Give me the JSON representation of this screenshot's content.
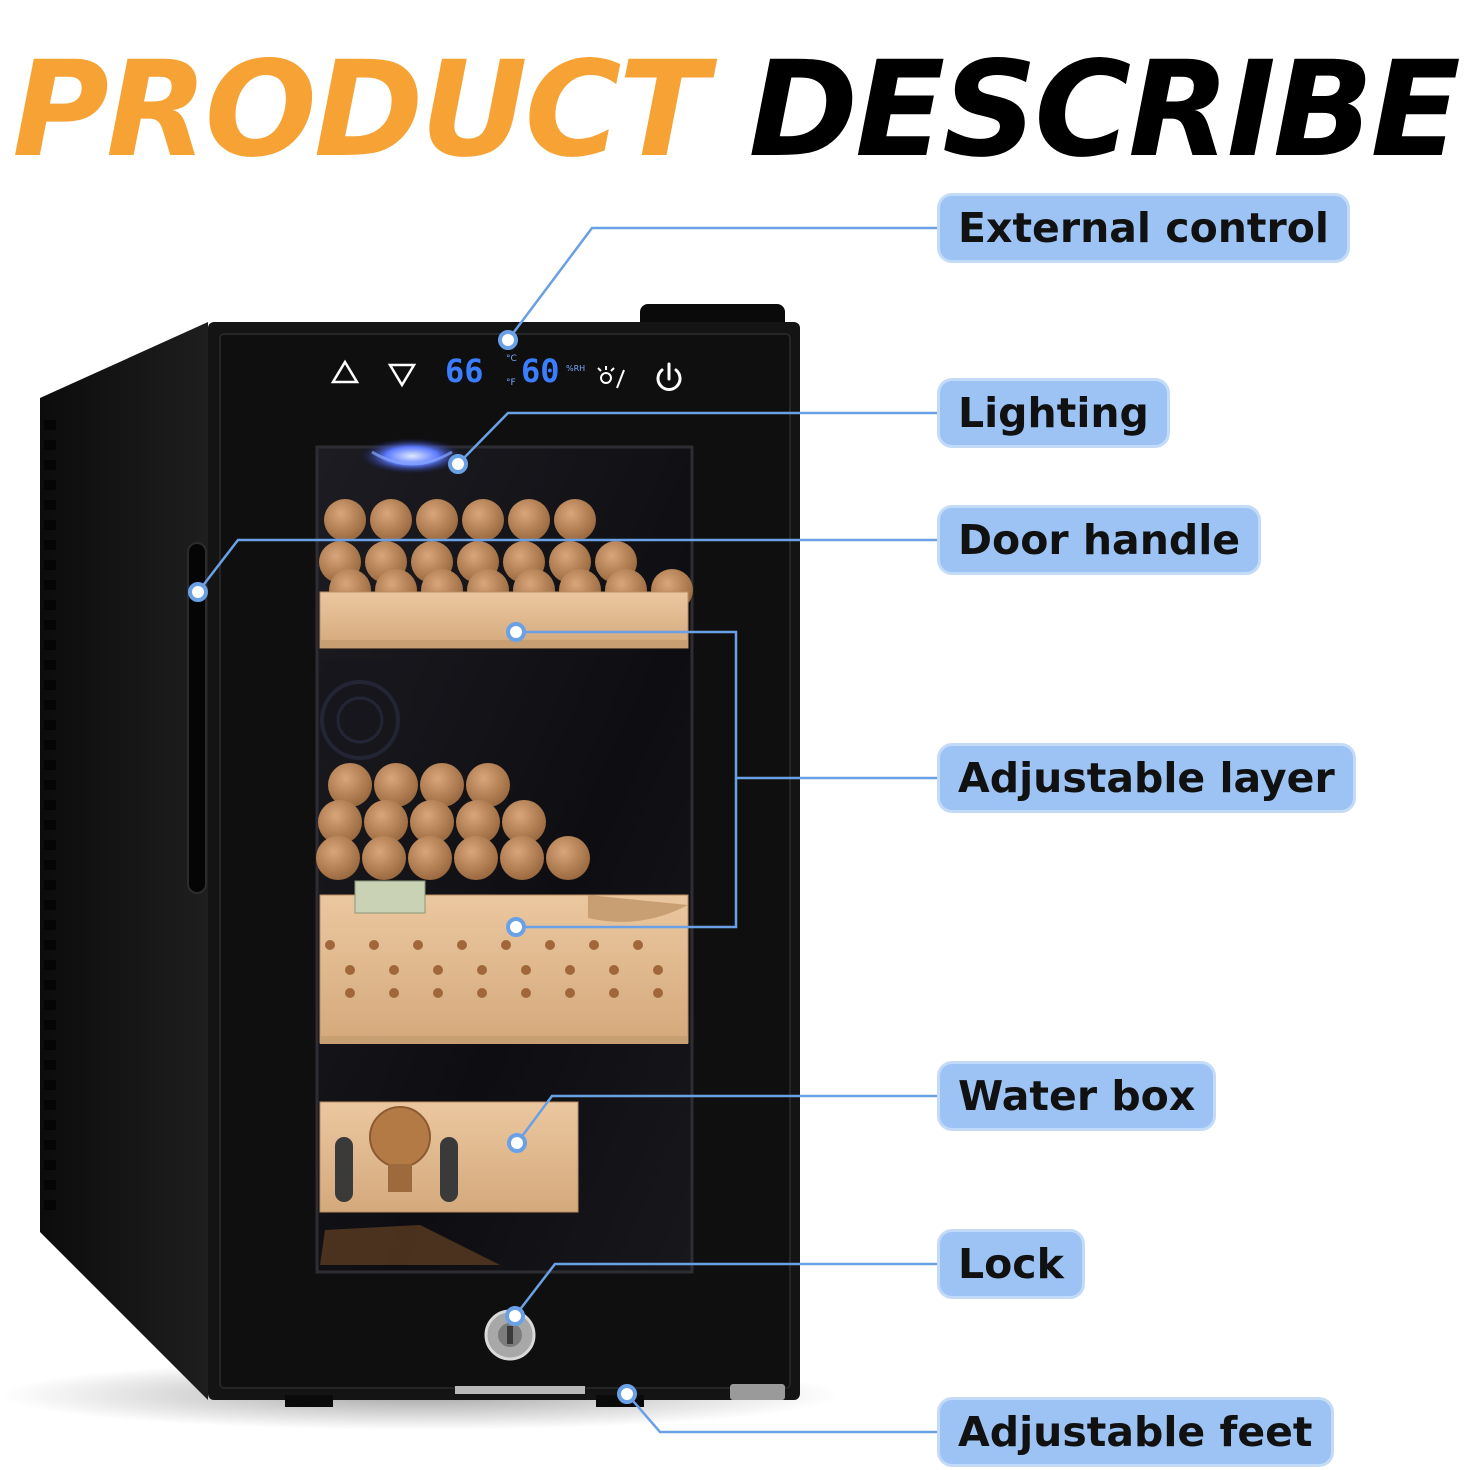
{
  "heading": {
    "word_1": "PRODUCT",
    "word_2": "DESCRIBE"
  },
  "colors": {
    "accent": "#f7a234",
    "label_fill": "#9cc3f4",
    "callout_line": "#6aa1e6",
    "cabinet": "#141414",
    "wood": "#e0b990",
    "cigar": "#c08a5c"
  },
  "display": {
    "temperature": "66",
    "humidity": "60",
    "humidity_unit": "%RH",
    "celsius_symbol": "°C",
    "fahrenheit_symbol": "°F"
  },
  "callouts": [
    {
      "id": "external-control",
      "label": "External control"
    },
    {
      "id": "lighting",
      "label": "Lighting"
    },
    {
      "id": "door-handle",
      "label": "Door handle"
    },
    {
      "id": "adjustable-layer",
      "label": "Adjustable layer"
    },
    {
      "id": "water-box",
      "label": "Water box"
    },
    {
      "id": "lock",
      "label": "Lock"
    },
    {
      "id": "adjustable-feet",
      "label": "Adjustable feet"
    }
  ],
  "icons": [
    "up-triangle-icon",
    "down-triangle-icon",
    "light-unit-toggle-icon",
    "power-icon",
    "key-lock-icon"
  ]
}
